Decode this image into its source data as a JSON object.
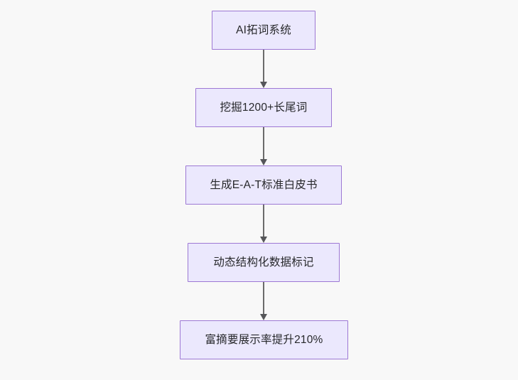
{
  "diagram": {
    "type": "flowchart",
    "orientation": "top-to-bottom",
    "background_color": "#f8f8f8",
    "node_fill_color": "#ebe8fd",
    "node_border_color": "#9d78d4",
    "node_text_color": "#27282b",
    "edge_color": "#6b6b6b",
    "nodes": [
      {
        "id": "node-1",
        "label": "AI拓词系统"
      },
      {
        "id": "node-2",
        "label": "挖掘1200+长尾词"
      },
      {
        "id": "node-3",
        "label": "生成E-A-T标准白皮书"
      },
      {
        "id": "node-4",
        "label": "动态结构化数据标记"
      },
      {
        "id": "node-5",
        "label": "富摘要展示率提升210%"
      }
    ],
    "edges": [
      {
        "id": "edge-1",
        "from": "node-1",
        "to": "node-2"
      },
      {
        "id": "edge-2",
        "from": "node-2",
        "to": "node-3"
      },
      {
        "id": "edge-3",
        "from": "node-3",
        "to": "node-4"
      },
      {
        "id": "edge-4",
        "from": "node-4",
        "to": "node-5"
      }
    ]
  }
}
